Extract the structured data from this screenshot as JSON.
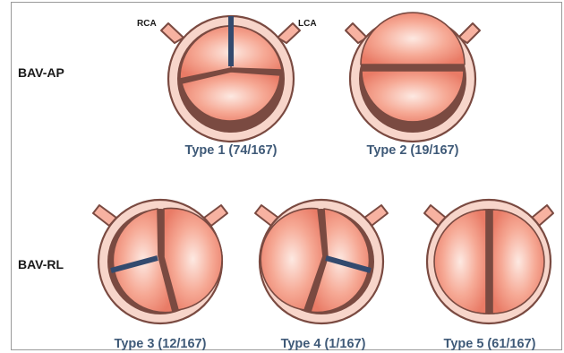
{
  "row_labels": {
    "ap": "BAV-AP",
    "rl": "BAV-RL"
  },
  "artery_labels": {
    "right": "RCA",
    "left": "LCA"
  },
  "types": [
    {
      "id": "type1",
      "caption": "Type 1 (74/167)",
      "row": "BAV-AP",
      "raphe": true
    },
    {
      "id": "type2",
      "caption": "Type 2 (19/167)",
      "row": "BAV-AP",
      "raphe": false
    },
    {
      "id": "type3",
      "caption": "Type 3 (12/167)",
      "row": "BAV-RL",
      "raphe": true
    },
    {
      "id": "type4",
      "caption": "Type 4 (1/167)",
      "row": "BAV-RL",
      "raphe": true
    },
    {
      "id": "type5",
      "caption": "Type 5 (61/167)",
      "row": "BAV-RL",
      "raphe": false
    }
  ],
  "colors": {
    "cusp_light": "#fde9e2",
    "cusp_dark": "#e97b66",
    "ring": "#f7d5ca",
    "outline": "#7a4a41",
    "raphe": "#334a6e",
    "caption": "#3f5a78"
  }
}
